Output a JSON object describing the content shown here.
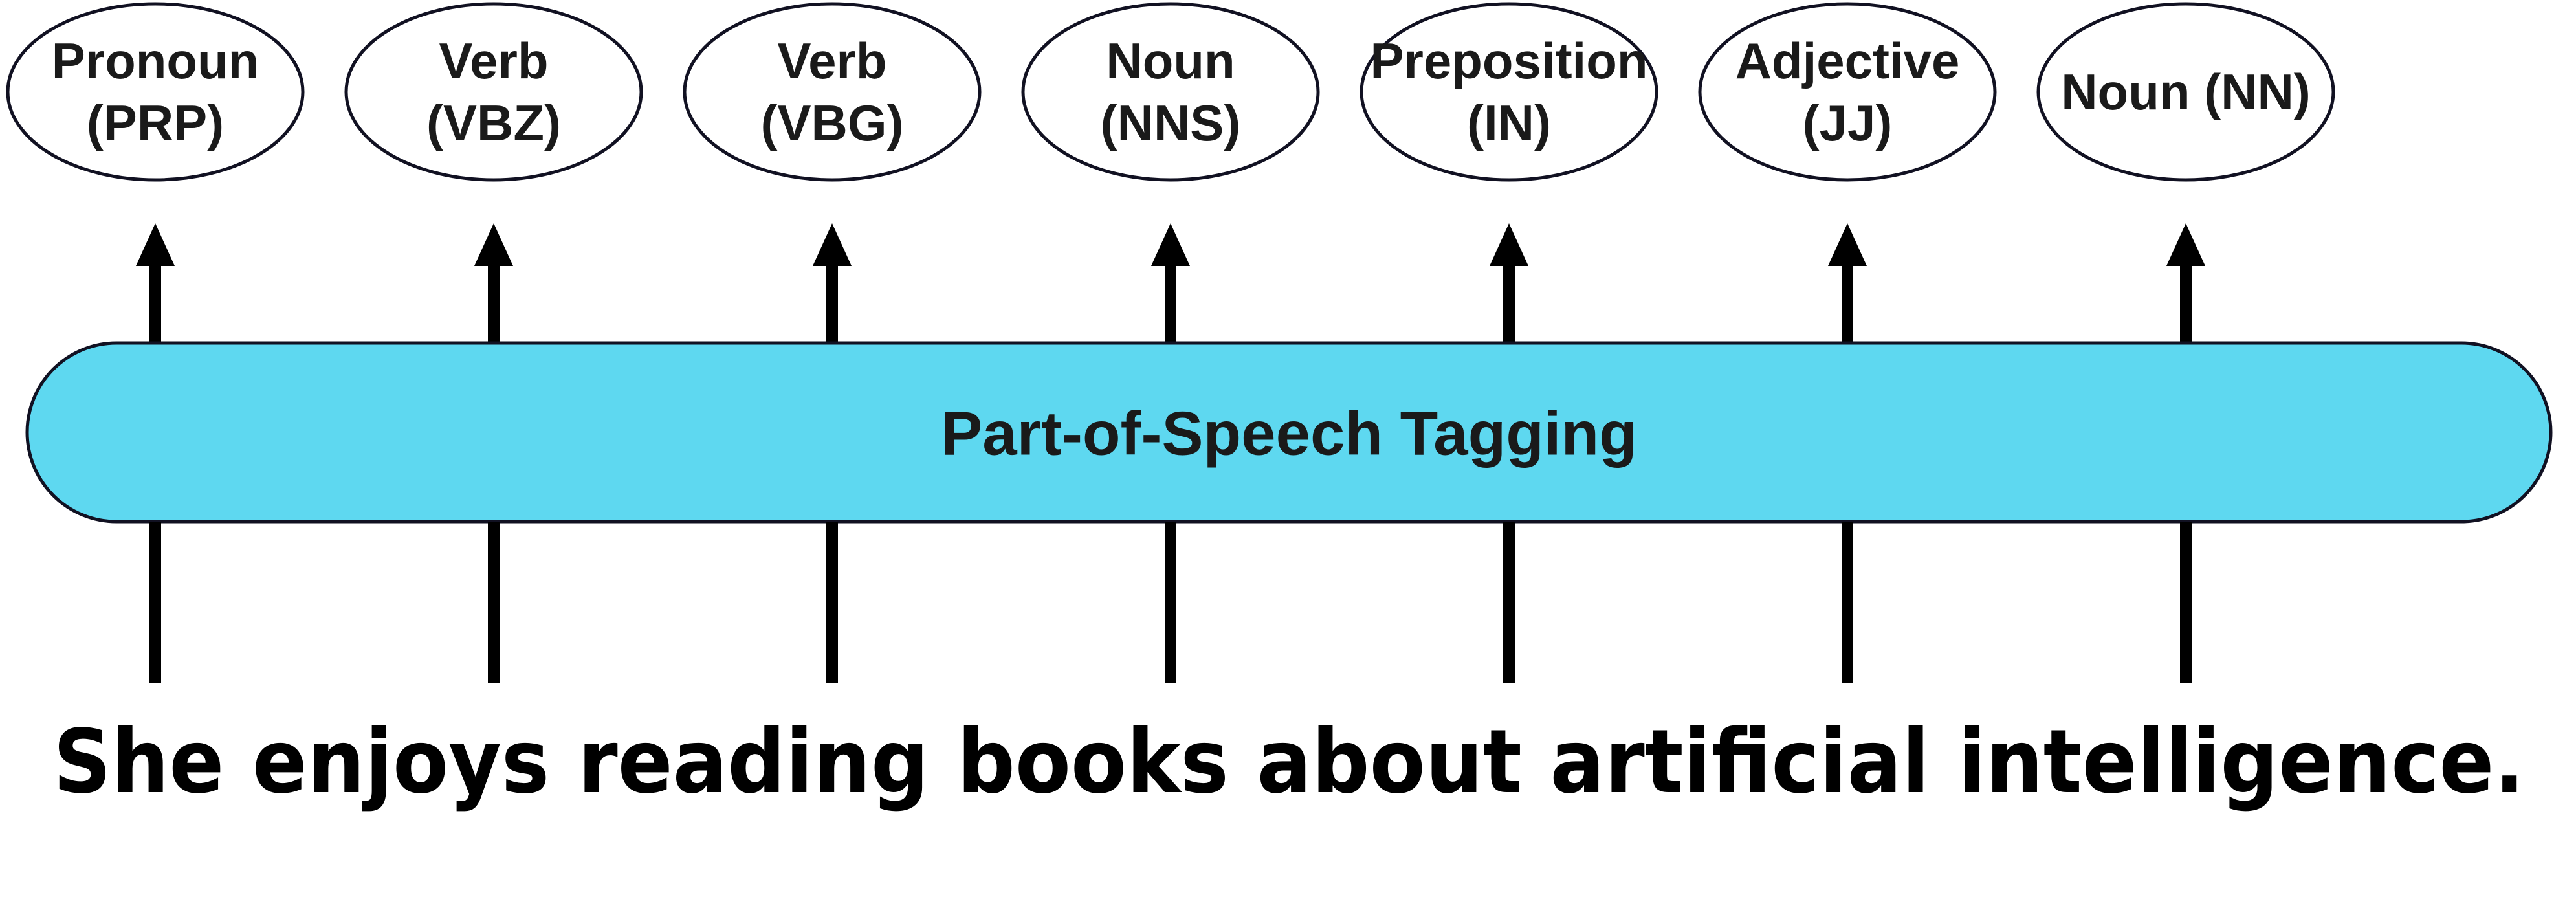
{
  "colors": {
    "bar_fill": "#5ed8f0",
    "stroke": "#111122",
    "arrow": "#000000",
    "text": "#1a1a1a",
    "background": "#ffffff"
  },
  "bar": {
    "label": "Part-of-Speech Tagging"
  },
  "tags": [
    {
      "lines": [
        "Pronoun",
        "(PRP)"
      ]
    },
    {
      "lines": [
        "Verb",
        "(VBZ)"
      ]
    },
    {
      "lines": [
        "Verb",
        "(VBG)"
      ]
    },
    {
      "lines": [
        "Noun",
        "(NNS)"
      ]
    },
    {
      "lines": [
        "Preposition",
        "(IN)"
      ]
    },
    {
      "lines": [
        "Adjective",
        "(JJ)"
      ]
    },
    {
      "lines": [
        "Noun (NN)"
      ]
    }
  ],
  "sentence": {
    "text": "She enjoys reading books about artificial intelligence."
  }
}
